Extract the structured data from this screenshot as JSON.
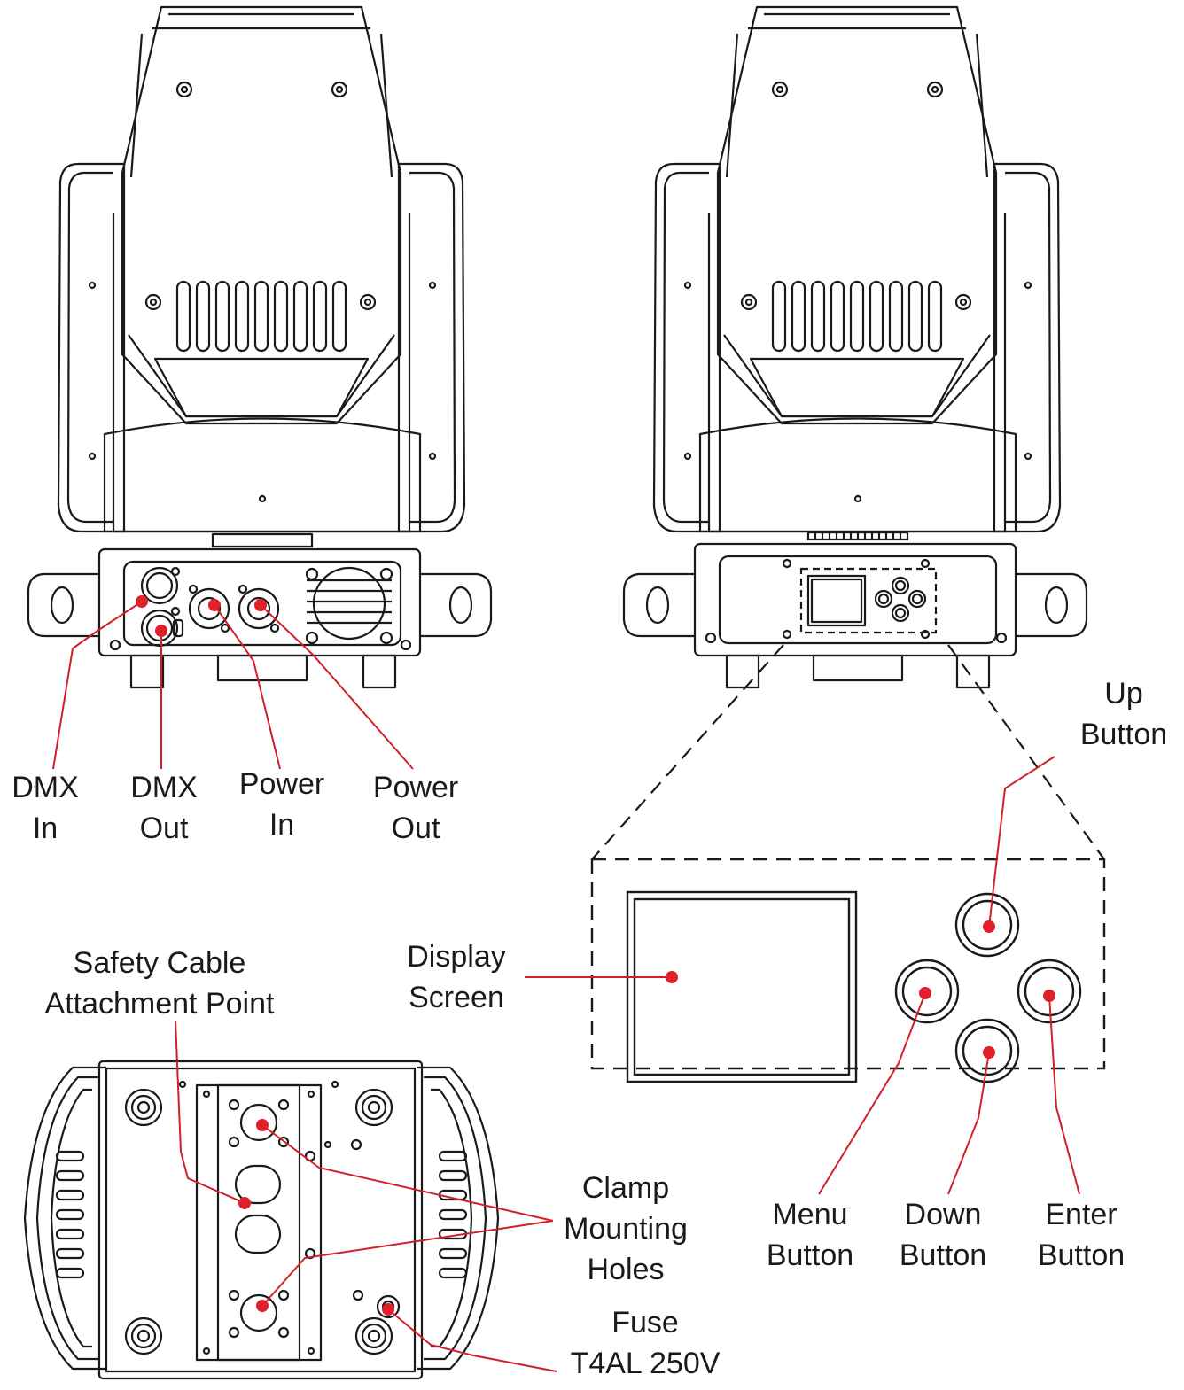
{
  "colors": {
    "line": "#1a1a1a",
    "leader": "#d21f28",
    "dot": "#e0202a",
    "background": "#ffffff"
  },
  "labels": {
    "dmx_in": [
      "DMX",
      "In"
    ],
    "dmx_out": [
      "DMX",
      "Out"
    ],
    "power_in": [
      "Power",
      "In"
    ],
    "power_out": [
      "Power",
      "Out"
    ],
    "up_button": [
      "Up",
      "Button"
    ],
    "display_screen": [
      "Display",
      "Screen"
    ],
    "menu_button": [
      "Menu",
      "Button"
    ],
    "down_button": [
      "Down",
      "Button"
    ],
    "enter_button": [
      "Enter",
      "Button"
    ],
    "safety_cable": [
      "Safety Cable",
      "Attachment Point"
    ],
    "clamp_holes": [
      "Clamp",
      "Mounting",
      "Holes"
    ],
    "fuse": [
      "Fuse",
      "T4AL 250V"
    ]
  }
}
